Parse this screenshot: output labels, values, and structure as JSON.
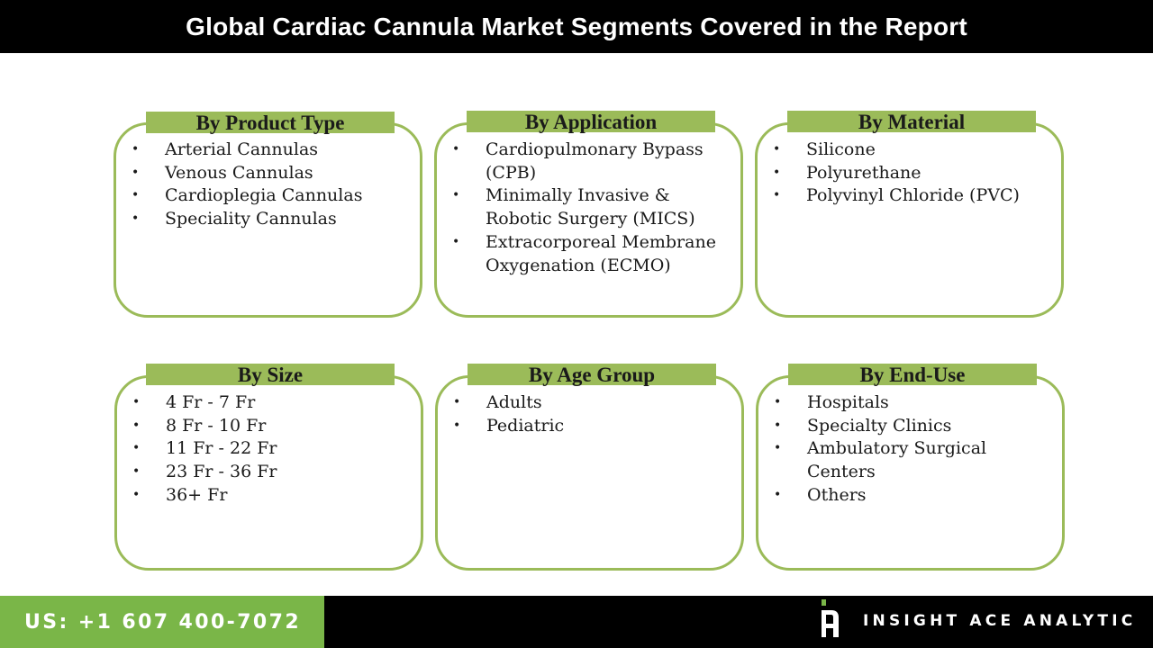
{
  "header": {
    "title": "Global Cardiac Cannula Market Segments Covered in the Report"
  },
  "accent_color": "#9bbb59",
  "segments": [
    {
      "title": "By Product Type",
      "items": [
        "Arterial Cannulas",
        "Venous Cannulas",
        "Cardioplegia Cannulas",
        "Speciality Cannulas"
      ]
    },
    {
      "title": "By Application",
      "items": [
        "Cardiopulmonary Bypass (CPB)",
        "Minimally Invasive & Robotic Surgery (MICS)",
        "Extracorporeal Membrane Oxygenation (ECMO)"
      ]
    },
    {
      "title": "By Material",
      "items": [
        "Silicone",
        "Polyurethane",
        "Polyvinyl Chloride (PVC)"
      ]
    },
    {
      "title": "By Size",
      "items": [
        "4 Fr - 7 Fr",
        "8 Fr - 10 Fr",
        "11 Fr - 22 Fr",
        "23 Fr - 36 Fr",
        "36+ Fr"
      ]
    },
    {
      "title": "By Age Group",
      "items": [
        "Adults",
        "Pediatric"
      ]
    },
    {
      "title": "By End-Use",
      "items": [
        "Hospitals",
        "Specialty Clinics",
        "Ambulatory Surgical Centers",
        "Others"
      ]
    }
  ],
  "footer": {
    "phone": "US: +1 607 400-7072",
    "company": "INSIGHT ACE ANALYTIC",
    "logo_icon": "insight-ace-logo-icon"
  }
}
